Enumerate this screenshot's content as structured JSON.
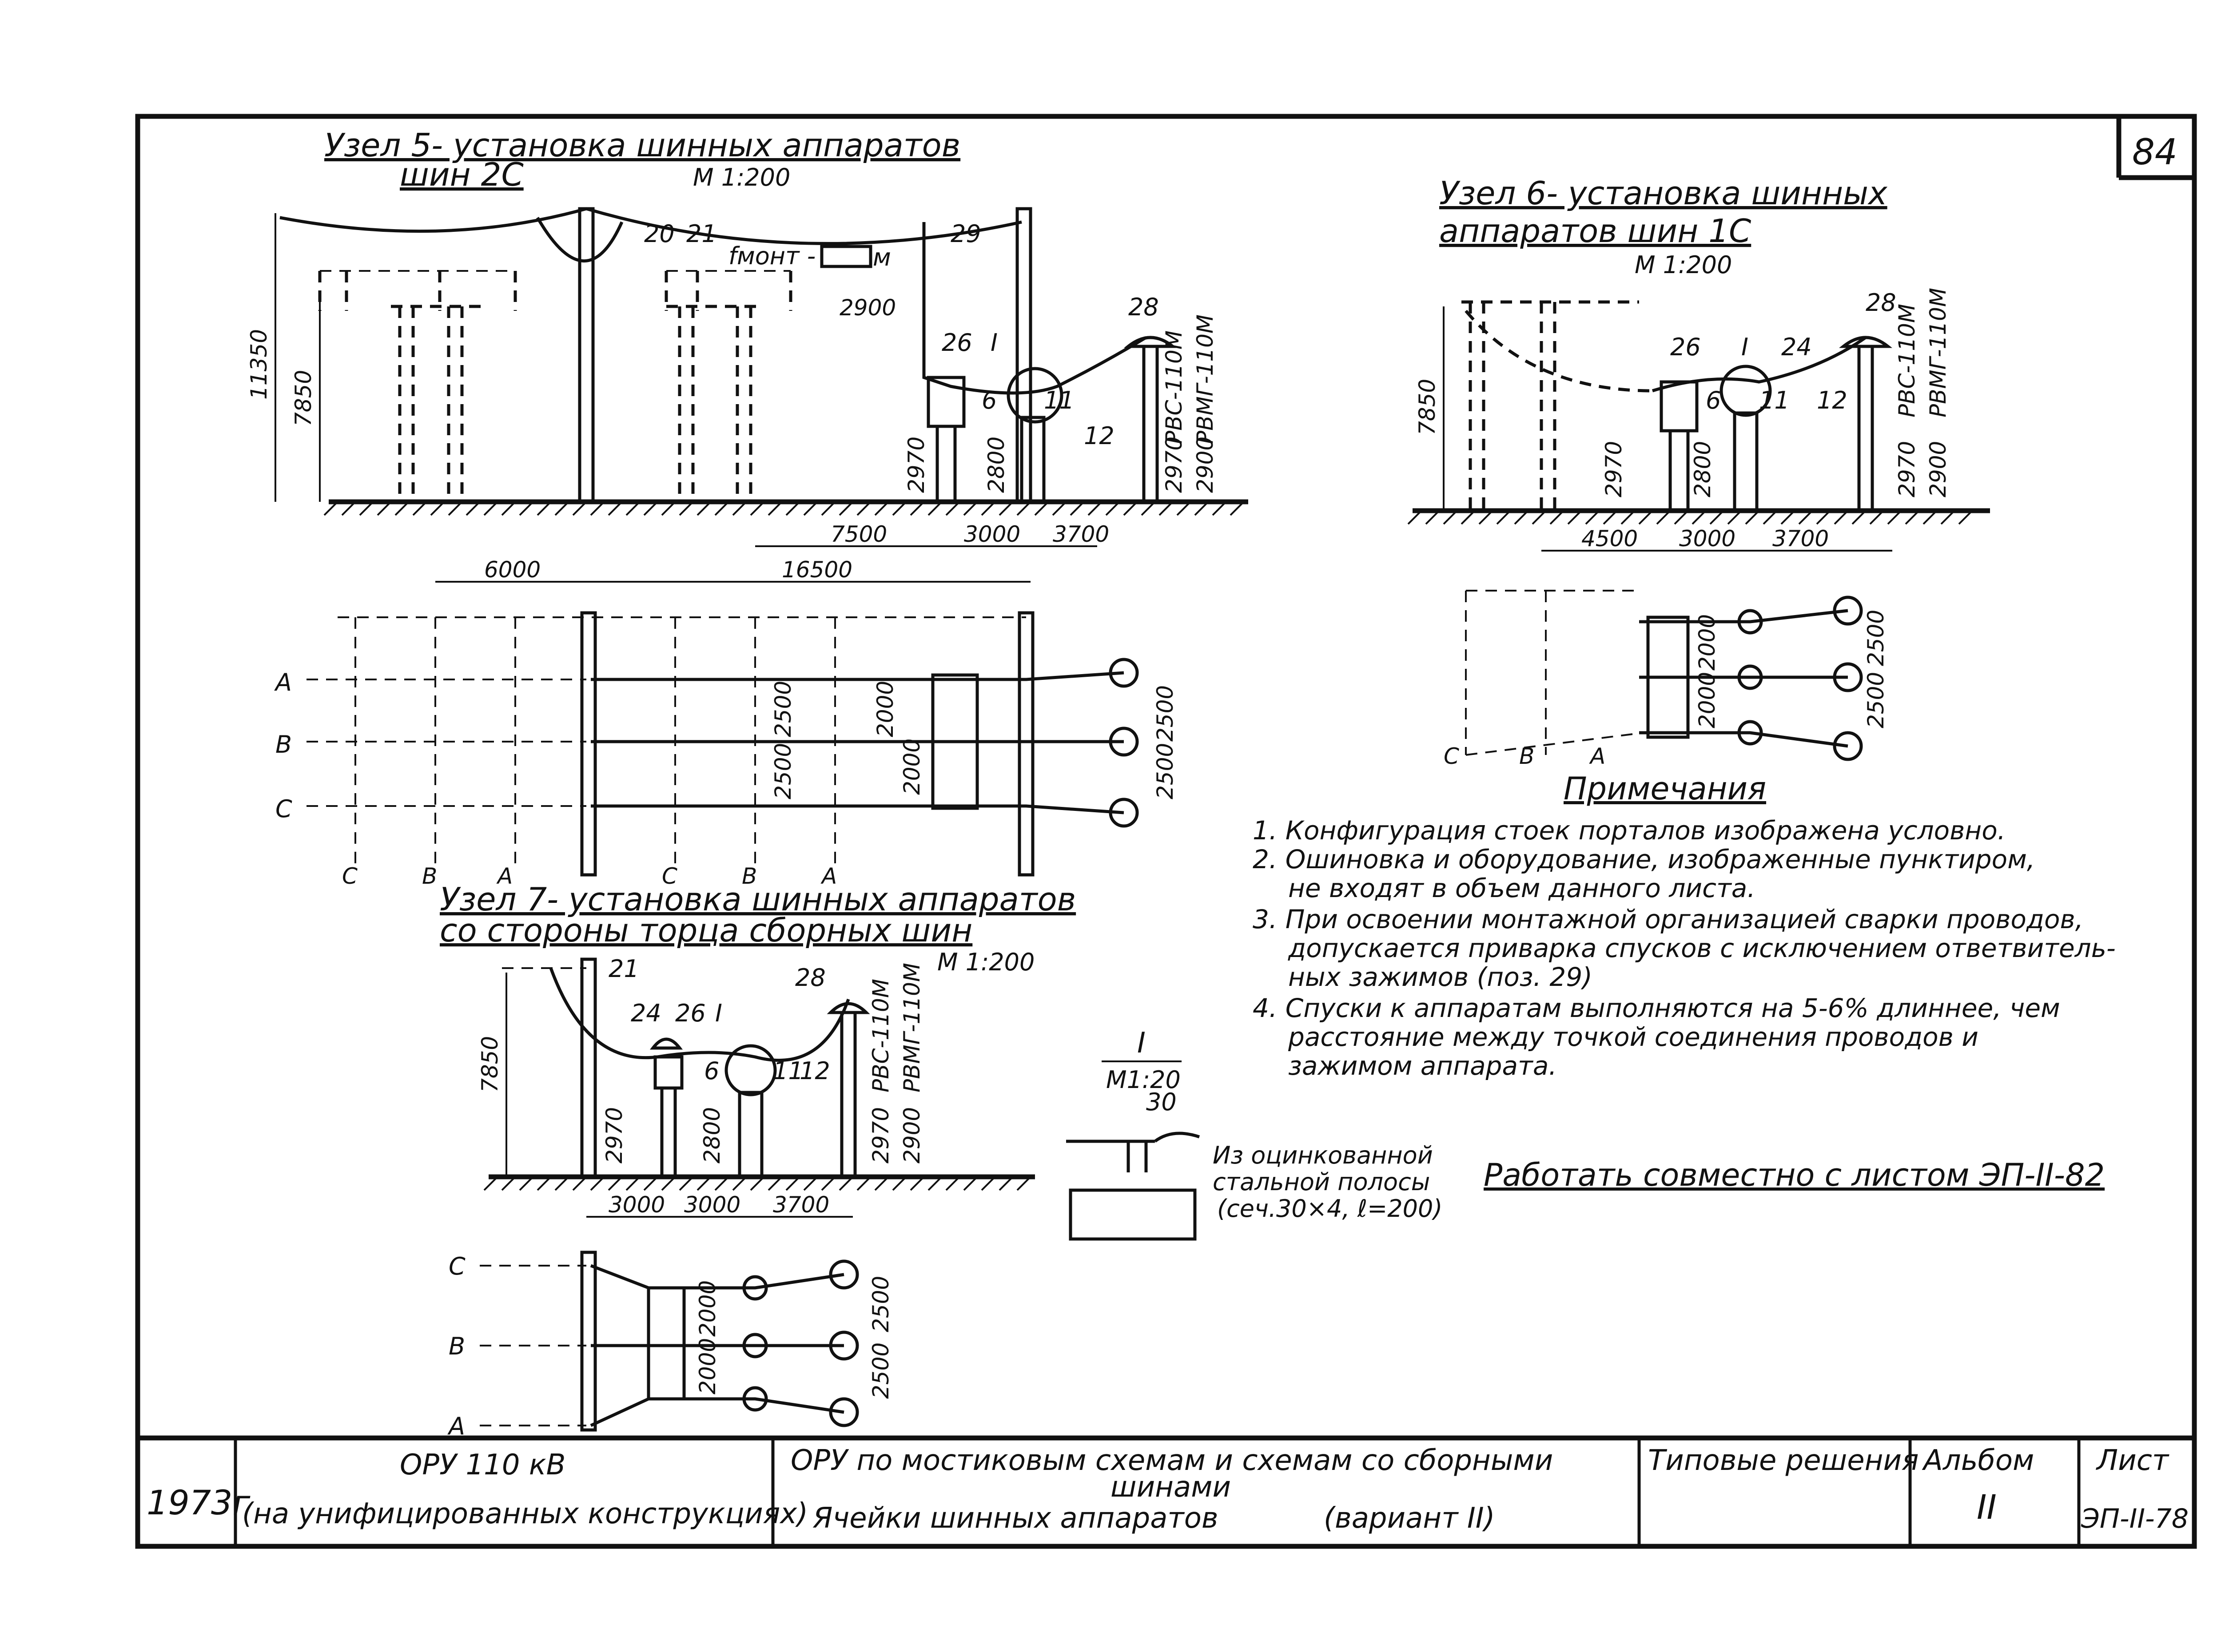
{
  "sheet": {
    "page_number": "84",
    "work_note": "Работать совместно с листом ЭП-II-82"
  },
  "node5": {
    "title_line1": "Узел 5- установка шинных аппаратов",
    "title_line2": "шин 2С",
    "scale": "М 1:200",
    "f_mont": "fмонт -",
    "f_unit": "м",
    "arrester1": "РВС-110М",
    "arrester2": "РВМГ-110М",
    "callouts": [
      "20",
      "21",
      "29",
      "26",
      "I",
      "6",
      "11",
      "12",
      "28"
    ],
    "dims": {
      "h_total": "11350",
      "h_portal": "7850",
      "h1": "2970",
      "h2": "2800",
      "h3": "2970",
      "h4": "2900",
      "d2900": "2900",
      "d7500": "7500",
      "d3000": "3000",
      "d3700": "3700",
      "d6000": "6000",
      "d16500": "16500",
      "p2500a": "2500",
      "p2500b": "2500",
      "p2000a": "2000",
      "p2000b": "2000",
      "p2500c": "2500",
      "p2500d": "2500"
    },
    "phases": [
      "A",
      "B",
      "C"
    ],
    "phases_bottom": [
      "C",
      "B",
      "A",
      "C",
      "B",
      "A"
    ]
  },
  "node6": {
    "title_line1": "Узел 6- установка шинных",
    "title_line2": "аппаратов шин 1С",
    "scale": "М 1:200",
    "arrester1": "РВС-110М",
    "arrester2": "РВМГ-110М",
    "callouts": [
      "28",
      "26",
      "I",
      "24",
      "6",
      "11",
      "12"
    ],
    "dims": {
      "h_portal": "7850",
      "h1": "2970",
      "h2": "2800",
      "h3": "2970",
      "h4": "2900",
      "d4500": "4500",
      "d3000": "3000",
      "d3700": "3700",
      "p2500a": "2500",
      "p2500b": "2500",
      "p2000a": "2000",
      "p2000b": "2000"
    },
    "phases_bottom": [
      "C",
      "B",
      "A"
    ]
  },
  "node7": {
    "title_line1": "Узел 7- установка шинных аппаратов",
    "title_line2": "со стороны торца сборных шин",
    "scale": "М 1:200",
    "arrester1": "РВС-110М",
    "arrester2": "РВМГ-110М",
    "callouts": [
      "21",
      "24",
      "26",
      "I",
      "28",
      "6",
      "11",
      "12"
    ],
    "dims": {
      "h_portal": "7850",
      "h1": "2970",
      "h2": "2800",
      "h3": "2970",
      "h4": "2900",
      "d3000a": "3000",
      "d3000b": "3000",
      "d3700": "3700",
      "p2500a": "2500",
      "p2500b": "2500",
      "p2000a": "2000",
      "p2000b": "2000"
    },
    "phases": [
      "C",
      "B",
      "A"
    ]
  },
  "detail": {
    "label": "I",
    "scale": "М1:20",
    "callout": "30",
    "text_line1": "Из оцинкованной",
    "text_line2": "стальной полосы",
    "text_line3": "(сеч.30×4, ℓ=200)"
  },
  "notes": {
    "heading": "Примечания",
    "lines": [
      "1. Конфигурация стоек порталов изображена условно.",
      "2. Ошиновка и оборудование, изображенные пунктиром,",
      "не входят в объем данного листа.",
      "3. При освоении монтажной организацией сварки проводов,",
      "допускается приварка спусков с исключением ответвитель-",
      "ных зажимов (поз. 29)",
      "4. Спуски к аппаратам выполняются на 5-6% длиннее, чем",
      "расстояние между точкой соединения проводов и",
      "зажимом аппарата."
    ]
  },
  "title_block": {
    "year": "1973г",
    "project_line1": "ОРУ 110 кВ",
    "project_line2": "(на унифицированных конструкциях)",
    "desc_line1": "ОРУ по мостиковым схемам и схемам со сборными",
    "desc_line2": "шинами",
    "desc_line3": "Ячейки шинных аппаратов",
    "desc_variant": "(вариант II)",
    "typical": "Типовые решения",
    "album_label": "Альбом",
    "album_value": "II",
    "sheet_label": "Лист",
    "sheet_value": "ЭП-II-78"
  }
}
